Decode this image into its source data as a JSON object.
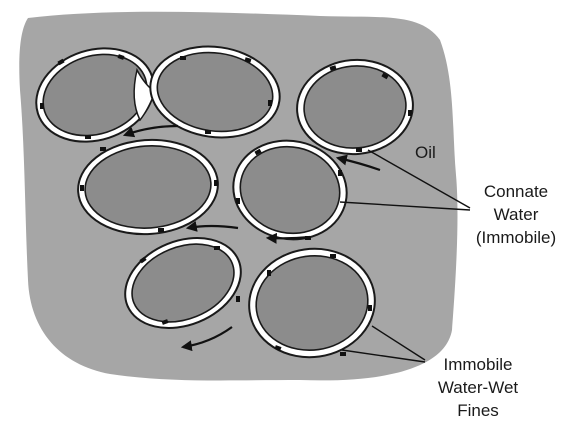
{
  "labels": {
    "oil": "Oil",
    "connate_line1": "Connate",
    "connate_line2": "Water",
    "connate_line3": "(Immobile)",
    "fines_line1": "Immobile",
    "fines_line2": "Water-Wet",
    "fines_line3": "Fines"
  },
  "colors": {
    "oil_region": "#a6a6a6",
    "grain_fill": "#8c8c8c",
    "water_film": "#ffffff",
    "outline": "#1a1a1a",
    "fines": "#111111",
    "page_background": "#ffffff"
  },
  "icons": {
    "flow_arrow": "curved-flow-arrow-icon"
  }
}
